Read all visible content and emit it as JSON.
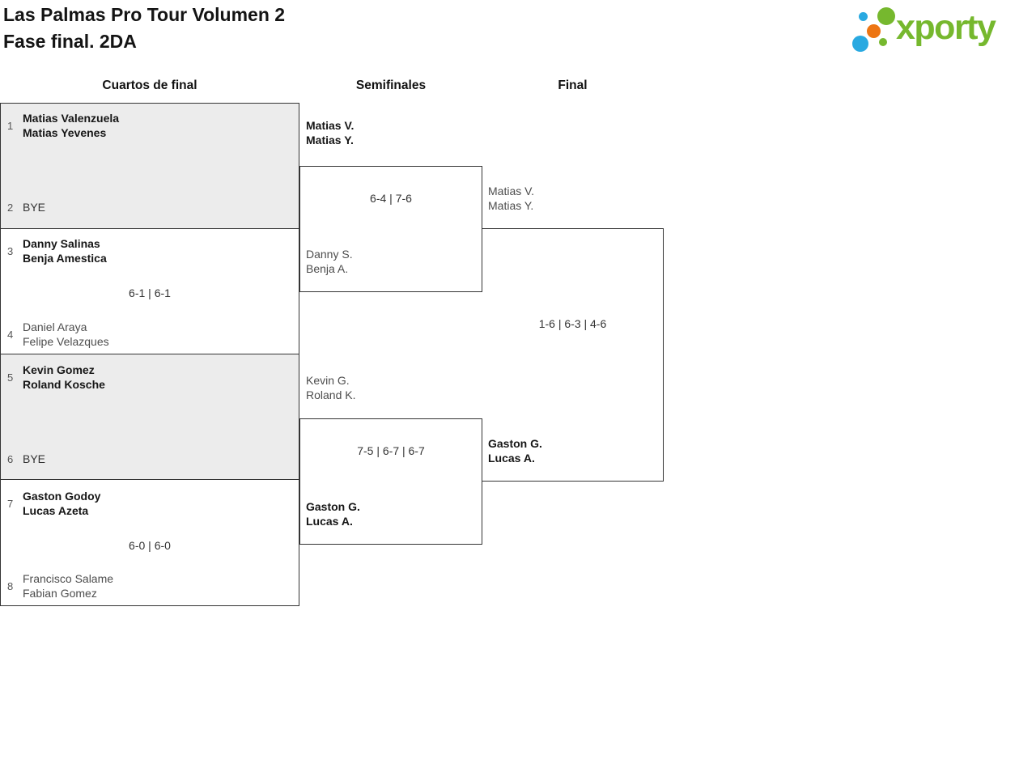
{
  "header": {
    "title_line1": "Las Palmas Pro Tour Volumen 2",
    "title_line2": "Fase final. 2DA"
  },
  "logo": {
    "text": "xporty",
    "colors": {
      "green": "#76b82e",
      "blue": "#29a9e1",
      "orange": "#ed7513"
    }
  },
  "rounds": [
    "Cuartos de final",
    "Semifinales",
    "Final"
  ],
  "bracket": {
    "quarterfinals": [
      {
        "seed_top": "1",
        "top_line1": "Matias Valenzuela",
        "top_line2": "Matias Yevenes",
        "top_winner": true,
        "seed_bottom": "2",
        "bottom_line1": "BYE",
        "bottom_winner": false
      },
      {
        "seed_top": "3",
        "top_line1": "Danny Salinas",
        "top_line2": "Benja Amestica",
        "top_winner": true,
        "score": "6-1 | 6-1",
        "seed_bottom": "4",
        "bottom_line1": "Daniel Araya",
        "bottom_line2": "Felipe Velazques",
        "bottom_winner": false
      },
      {
        "seed_top": "5",
        "top_line1": "Kevin Gomez",
        "top_line2": "Roland Kosche",
        "top_winner": true,
        "seed_bottom": "6",
        "bottom_line1": "BYE",
        "bottom_winner": false
      },
      {
        "seed_top": "7",
        "top_line1": "Gaston Godoy",
        "top_line2": "Lucas Azeta",
        "top_winner": true,
        "score": "6-0 | 6-0",
        "seed_bottom": "8",
        "bottom_line1": "Francisco Salame",
        "bottom_line2": "Fabian Gomez",
        "bottom_winner": false
      }
    ],
    "semifinals": [
      {
        "top_line1": "Matias V.",
        "top_line2": "Matias Y.",
        "top_winner": true,
        "score": "6-4 | 7-6",
        "bottom_line1": "Danny S.",
        "bottom_line2": "Benja A.",
        "bottom_winner": false
      },
      {
        "top_line1": "Kevin G.",
        "top_line2": "Roland K.",
        "top_winner": false,
        "score": "7-5 | 6-7 | 6-7",
        "bottom_line1": "Gaston G.",
        "bottom_line2": "Lucas A.",
        "bottom_winner": true
      }
    ],
    "final": {
      "top_line1": "Matias V.",
      "top_line2": "Matias Y.",
      "top_winner": false,
      "score": "1-6 | 6-3 | 4-6",
      "bottom_line1": "Gaston G.",
      "bottom_line2": "Lucas A.",
      "bottom_winner": true
    }
  }
}
